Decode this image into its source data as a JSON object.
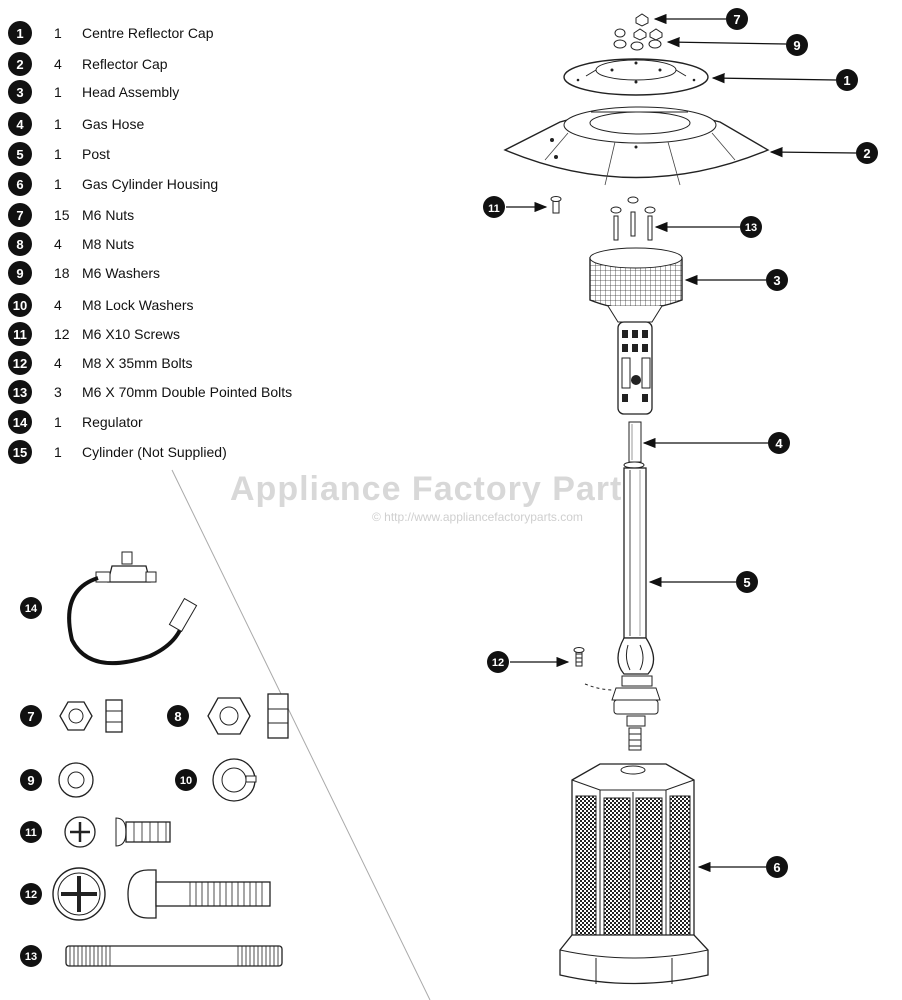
{
  "parts": [
    {
      "num": "1",
      "qty": "1",
      "desc": "Centre Reflector Cap"
    },
    {
      "num": "2",
      "qty": "4",
      "desc": "Reflector Cap"
    },
    {
      "num": "3",
      "qty": "1",
      "desc": "Head Assembly"
    },
    {
      "num": "4",
      "qty": "1",
      "desc": "Gas Hose"
    },
    {
      "num": "5",
      "qty": "1",
      "desc": "Post"
    },
    {
      "num": "6",
      "qty": "1",
      "desc": "Gas Cylinder Housing"
    },
    {
      "num": "7",
      "qty": "15",
      "desc": "M6 Nuts"
    },
    {
      "num": "8",
      "qty": "4",
      "desc": "M8 Nuts"
    },
    {
      "num": "9",
      "qty": "18",
      "desc": "M6 Washers"
    },
    {
      "num": "10",
      "qty": "4",
      "desc": "M8 Lock Washers"
    },
    {
      "num": "11",
      "qty": "12",
      "desc": "M6 X10 Screws"
    },
    {
      "num": "12",
      "qty": "4",
      "desc": "M8 X 35mm Bolts"
    },
    {
      "num": "13",
      "qty": "3",
      "desc": "M6 X 70mm Double Pointed Bolts"
    },
    {
      "num": "14",
      "qty": "1",
      "desc": "Regulator"
    },
    {
      "num": "15",
      "qty": "1",
      "desc": "Cylinder (Not Supplied)"
    }
  ],
  "watermark": {
    "title": "Appliance Factory Parts",
    "url": "© http://www.appliancefactoryparts.com"
  },
  "callouts": {
    "c7": "7",
    "c9": "9",
    "c1": "1",
    "c2": "2",
    "c11": "11",
    "c13": "13",
    "c3": "3",
    "c4": "4",
    "c5": "5",
    "c12": "12",
    "c6": "6"
  },
  "hardware": {
    "h14": "14",
    "h7": "7",
    "h8": "8",
    "h9": "9",
    "h10": "10",
    "h11": "11",
    "h12": "12",
    "h13": "13"
  }
}
